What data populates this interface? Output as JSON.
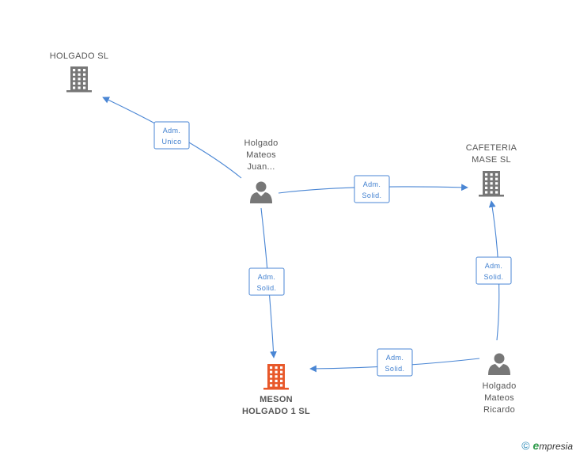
{
  "nodes": [
    {
      "id": "holgado-sl",
      "kind": "company",
      "lines": [
        "HOLGADO SL"
      ],
      "main": false
    },
    {
      "id": "cafeteria-mase",
      "kind": "company",
      "lines": [
        "CAFETERIA",
        "MASE SL"
      ],
      "main": false
    },
    {
      "id": "meson-holgado",
      "kind": "company",
      "lines": [
        "MESON",
        "HOLGADO 1 SL"
      ],
      "main": true
    },
    {
      "id": "holgado-juan",
      "kind": "person",
      "lines": [
        "Holgado",
        "Mateos",
        "Juan..."
      ],
      "main": false
    },
    {
      "id": "holgado-ricardo",
      "kind": "person",
      "lines": [
        "Holgado",
        "Mateos",
        "Ricardo"
      ],
      "main": false
    }
  ],
  "edges": [
    {
      "from": "holgado-juan",
      "to": "holgado-sl",
      "lines": [
        "Adm.",
        "Unico"
      ]
    },
    {
      "from": "holgado-juan",
      "to": "cafeteria-mase",
      "lines": [
        "Adm.",
        "Solid."
      ]
    },
    {
      "from": "holgado-juan",
      "to": "meson-holgado",
      "lines": [
        "Adm.",
        "Solid."
      ]
    },
    {
      "from": "holgado-ricardo",
      "to": "cafeteria-mase",
      "lines": [
        "Adm.",
        "Solid."
      ]
    },
    {
      "from": "holgado-ricardo",
      "to": "meson-holgado",
      "lines": [
        "Adm.",
        "Solid."
      ]
    }
  ],
  "colors": {
    "edge": "#4a86d4",
    "company_icon": "#777777",
    "main_company_icon": "#e8582a",
    "person_icon": "#777777",
    "label_text": "#555555"
  },
  "watermark": {
    "copyright_symbol": "©",
    "brand_first_letter": "e",
    "brand_rest": "mpresia"
  }
}
